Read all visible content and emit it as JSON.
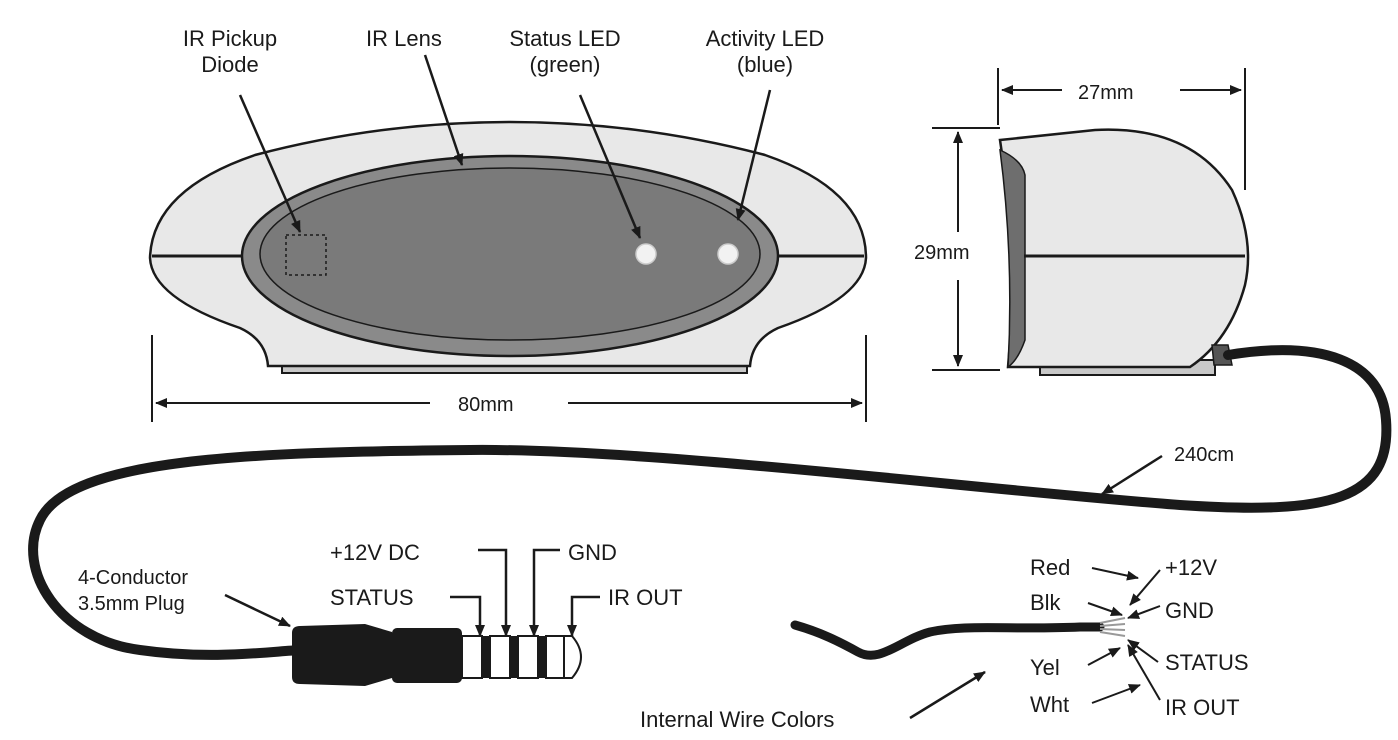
{
  "device": {
    "component_labels": {
      "ir_pickup": [
        "IR Pickup",
        "Diode"
      ],
      "ir_lens": "IR Lens",
      "status_led": [
        "Status LED",
        "(green)"
      ],
      "activity_led": [
        "Activity LED",
        "(blue)"
      ]
    },
    "dimensions": {
      "width": "80mm",
      "depth": "27mm",
      "height": "29mm",
      "cable_length": "240cm"
    }
  },
  "plug": {
    "title": [
      "4-Conductor",
      "3.5mm Plug"
    ],
    "pins": [
      "+12V DC",
      "STATUS",
      "GND",
      "IR OUT"
    ]
  },
  "wires": {
    "colors": [
      "Red",
      "Blk",
      "Yel",
      "Wht"
    ],
    "signals": [
      "+12V",
      "GND",
      "STATUS",
      "IR OUT"
    ],
    "caption": "Internal Wire Colors"
  },
  "colors": {
    "ink": "#1a1a1a",
    "housing": "#e8e8e8",
    "lens": "#8a8a8a",
    "led": "#f2f2f2"
  }
}
